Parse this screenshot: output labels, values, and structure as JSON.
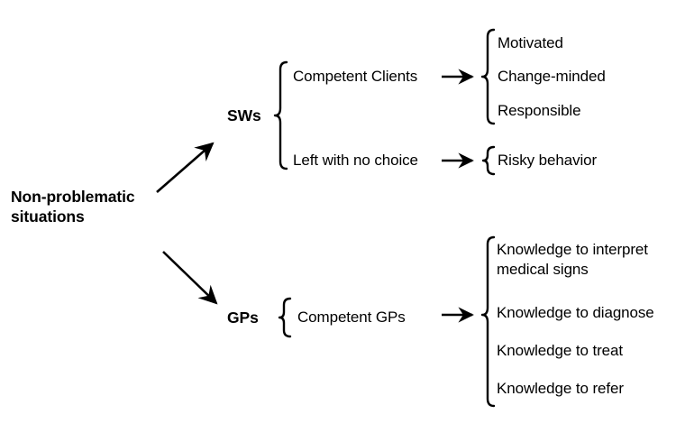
{
  "diagram": {
    "title": "Non-problematic situations branching diagram",
    "stroke_color": "#000000",
    "background_color": "#ffffff",
    "root": {
      "label": "Non-problematic\nsituations",
      "line1": "Non-problematic",
      "line2": "situations"
    },
    "branches": [
      {
        "id": "sws",
        "label": "SWs",
        "groups": [
          {
            "id": "competent-clients",
            "label": "Competent Clients",
            "outcomes": [
              "Motivated",
              "Change-minded",
              "Responsible"
            ]
          },
          {
            "id": "left-with-no-choice",
            "label": "Left with no choice",
            "outcomes": [
              "Risky behavior"
            ]
          }
        ]
      },
      {
        "id": "gps",
        "label": "GPs",
        "groups": [
          {
            "id": "competent-gps",
            "label": "Competent GPs",
            "outcomes": [
              "Knowledge to interpret medical signs",
              "Knowledge to diagnose",
              "Knowledge to treat",
              "Knowledge to refer"
            ]
          }
        ]
      }
    ],
    "connectors": {
      "arrow_to_sws": "arrow-up-right",
      "arrow_to_gps": "arrow-down-right",
      "arrow_competent_clients": "arrow-right",
      "arrow_left_no_choice": "arrow-right",
      "arrow_competent_gps": "arrow-right"
    }
  }
}
